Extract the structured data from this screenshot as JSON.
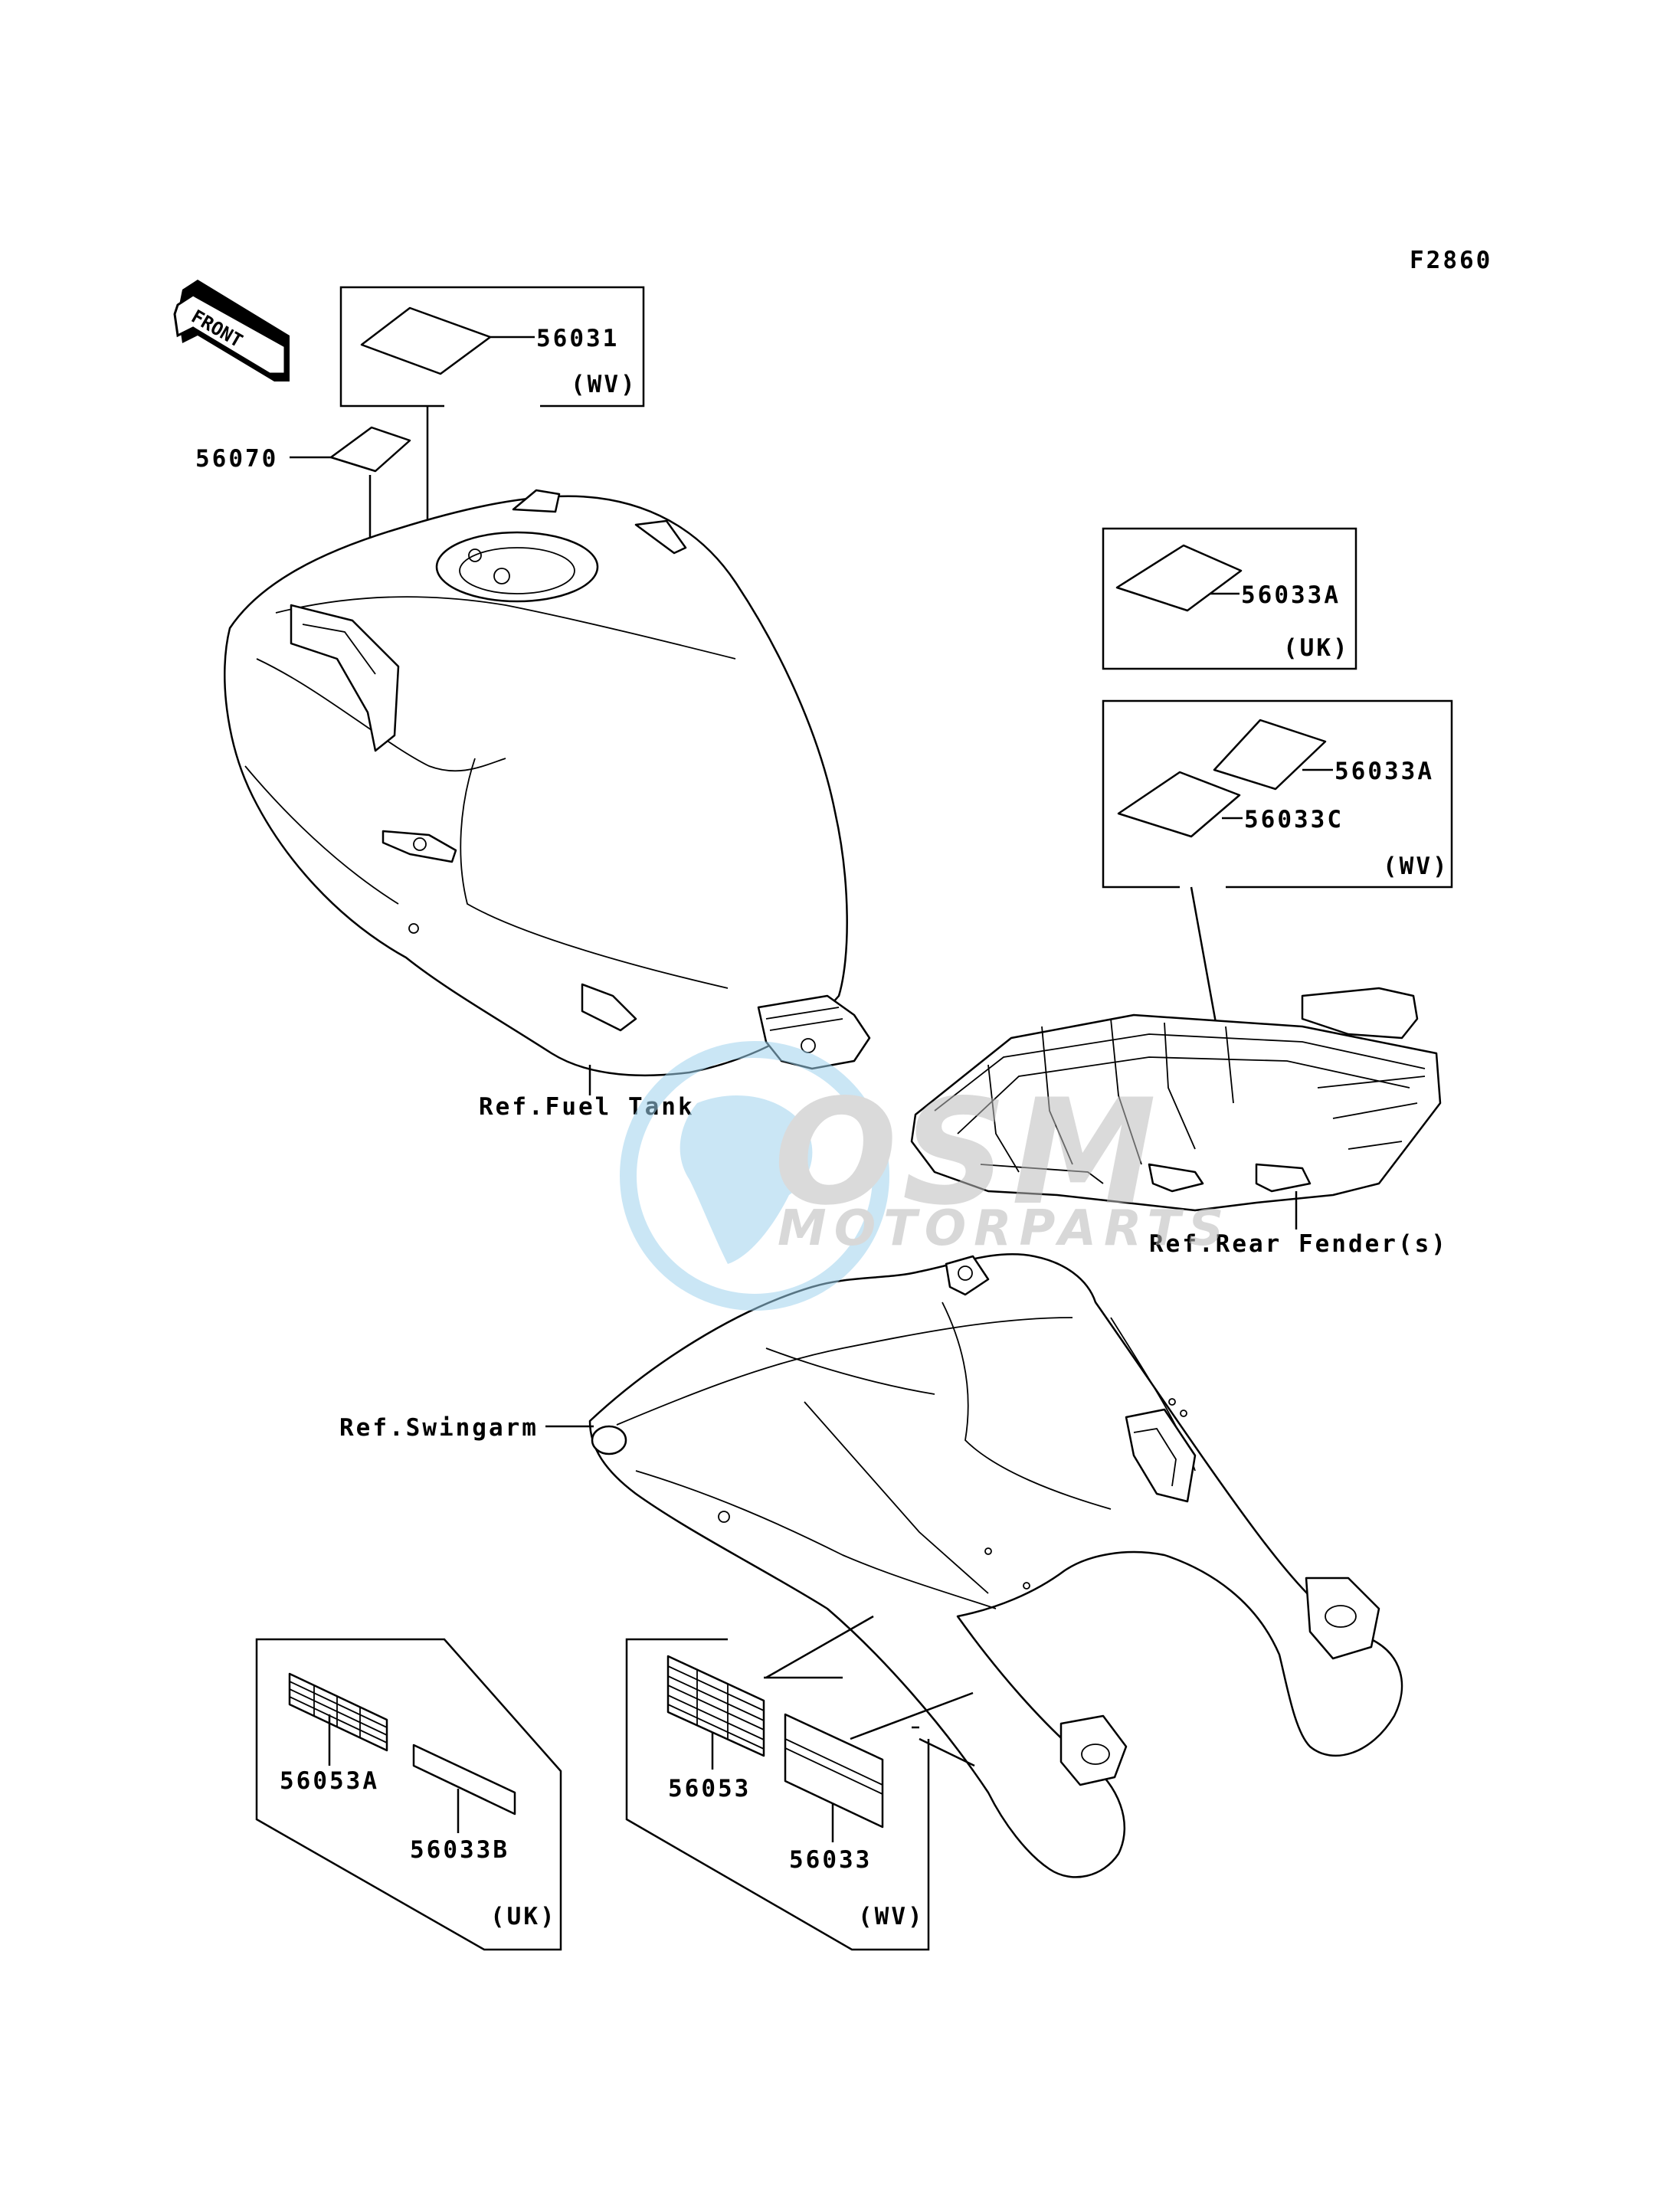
{
  "figure_code": "F2860",
  "front_arrow_label": "FRONT",
  "parts": {
    "p56031": "56031",
    "p56070": "56070",
    "p56033A_uk": "56033A",
    "p56033A_wv": "56033A",
    "p56033C": "56033C",
    "p56053A": "56053A",
    "p56033B": "56033B",
    "p56053": "56053",
    "p56033": "56033"
  },
  "regions": {
    "wv_top": "(WV)",
    "uk_right": "(UK)",
    "wv_right": "(WV)",
    "uk_bottom": "(UK)",
    "wv_bottom": "(WV)"
  },
  "references": {
    "fuel_tank": "Ref.Fuel Tank",
    "rear_fender": "Ref.Rear Fender(s)",
    "swingarm": "Ref.Swingarm"
  },
  "watermark": {
    "brand": "OSM",
    "sub": "MOTORPARTS"
  }
}
